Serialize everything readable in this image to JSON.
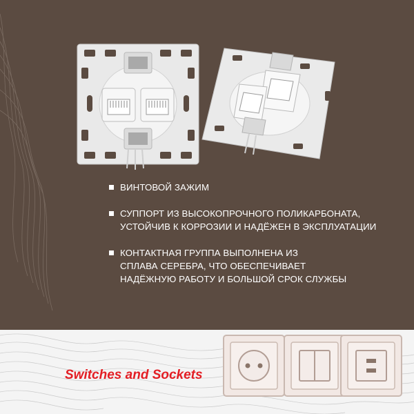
{
  "features": [
    {
      "lines": [
        "ВИНТОВОЙ ЗАЖИМ"
      ]
    },
    {
      "lines": [
        "СУППОРТ ИЗ ВЫСОКОПРОЧНОГО ПОЛИКАРБОНАТА,",
        "УСТОЙЧИВ К КОРРОЗИИ И НАДЁЖЕН В ЭКСПЛУАТАЦИИ"
      ]
    },
    {
      "lines": [
        "КОНТАКТНАЯ ГРУППА ВЫПОЛНЕНА ИЗ",
        "СПЛАВА СЕРЕБРА, ЧТО ОБЕСПЕЧИВАЕТ",
        "НАДЁЖНУЮ РАБОТУ И БОЛЬШОЙ СРОК СЛУЖБЫ"
      ]
    }
  ],
  "footer": {
    "title": "Switches and Sockets",
    "icons": [
      "socket-icon",
      "double-switch-icon",
      "usb-charger-icon"
    ]
  },
  "colors": {
    "background": "#5b4b41",
    "accent": "#e31e24",
    "text": "#ffffff",
    "footer_background": "#f4f4f4"
  }
}
